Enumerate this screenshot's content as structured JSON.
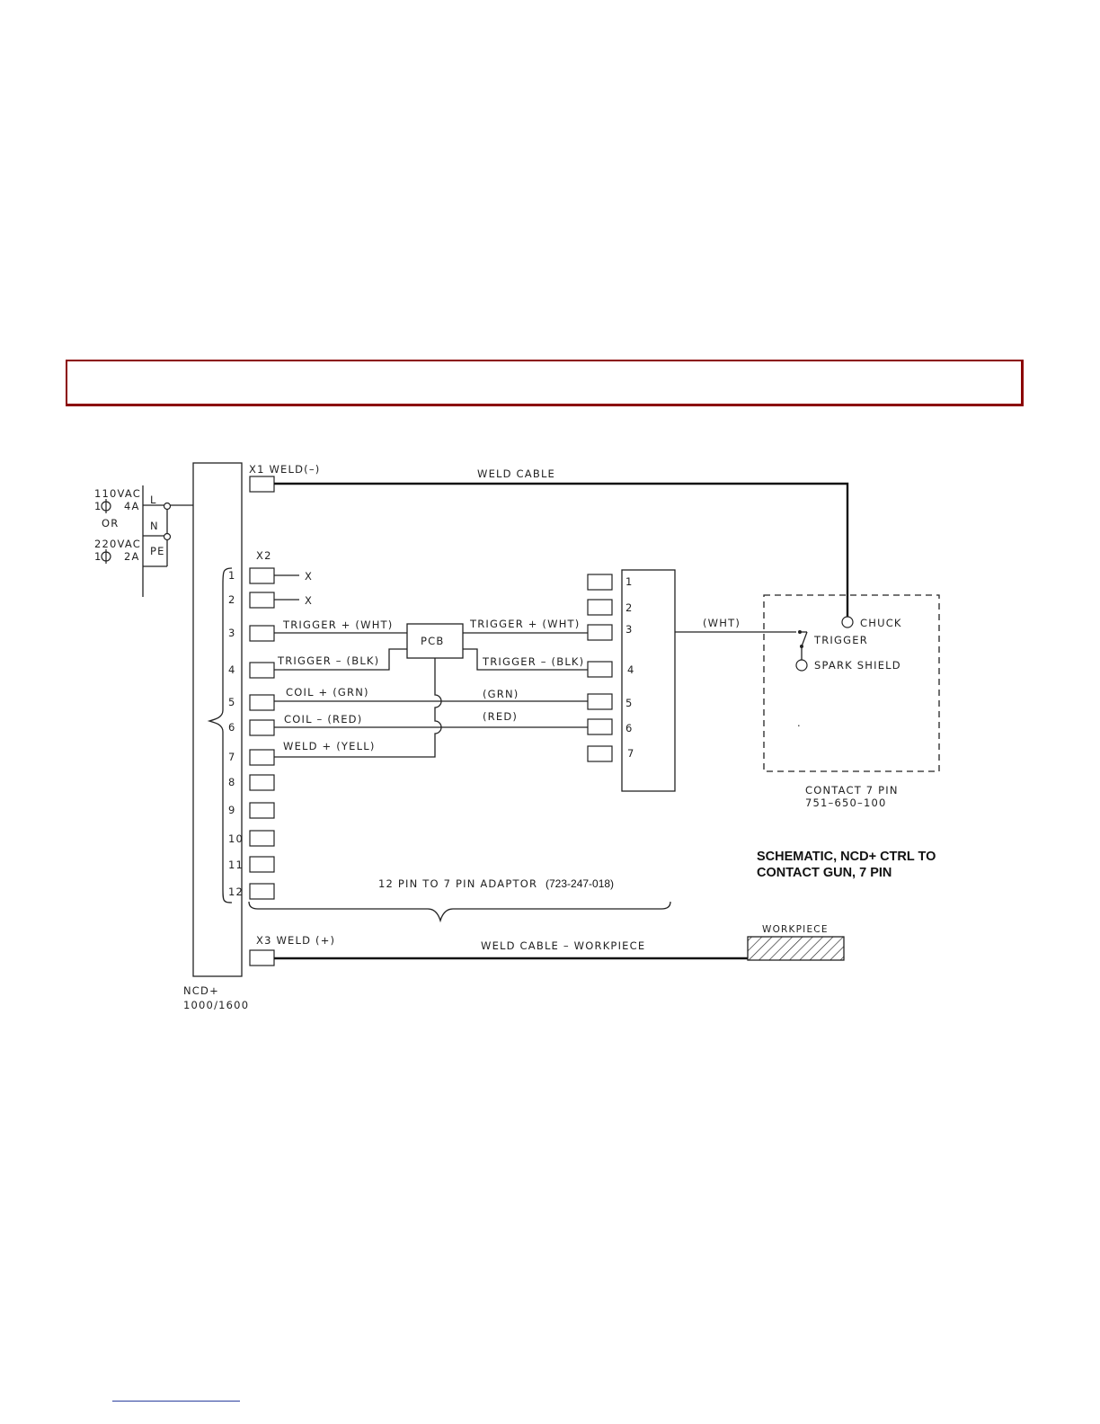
{
  "page": {
    "banner_text": ""
  },
  "power": {
    "v110": "110VAC",
    "phase110": "1",
    "amp110": "4A",
    "or": "OR",
    "v220": "220VAC",
    "phase220": "1",
    "amp220": "2A",
    "terminals": [
      "L",
      "N",
      "PE"
    ]
  },
  "controller": {
    "name": "NCD+",
    "model": "1000/1600"
  },
  "x1": {
    "label": "X1  WELD(–)",
    "cable": "WELD  CABLE"
  },
  "x2": {
    "label": "X2",
    "pins": [
      "1",
      "2",
      "3",
      "4",
      "5",
      "6",
      "7",
      "8",
      "9",
      "10",
      "11",
      "12"
    ],
    "unused_mark": "X",
    "wires": {
      "trig_plus": "TRIGGER  +  (WHT)",
      "trig_minus": "TRIGGER  –  (BLK)",
      "coil_plus": "COIL  +  (GRN)",
      "coil_minus": "COIL  –  (RED)",
      "weld_plus": "WELD  +  (YELL)"
    }
  },
  "pcb": {
    "label": "PCB"
  },
  "adaptor_side": {
    "trig_plus": "TRIGGER  +  (WHT)",
    "trig_minus": "TRIGGER  –  (BLK)",
    "grn": "(GRN)",
    "red": "(RED)",
    "pins": [
      "1",
      "2",
      "3",
      "4",
      "5",
      "6",
      "7"
    ]
  },
  "gun": {
    "wht": "(WHT)",
    "chuck": "CHUCK",
    "trigger": "TRIGGER",
    "spark_shield": "SPARK  SHIELD",
    "dot": ".",
    "name": "CONTACT  7  PIN",
    "part": "751–650–100"
  },
  "adaptor": {
    "label": "12  PIN  TO  7  PIN  ADAPTOR",
    "part": "(723-247-018)"
  },
  "title": {
    "line1": "SCHEMATIC, NCD+ CTRL TO",
    "line2": "CONTACT GUN, 7 PIN"
  },
  "x3": {
    "label": "X3  WELD  (+)",
    "cable": "WELD  CABLE  –  WORKPIECE",
    "workpiece": "WORKPIECE"
  }
}
